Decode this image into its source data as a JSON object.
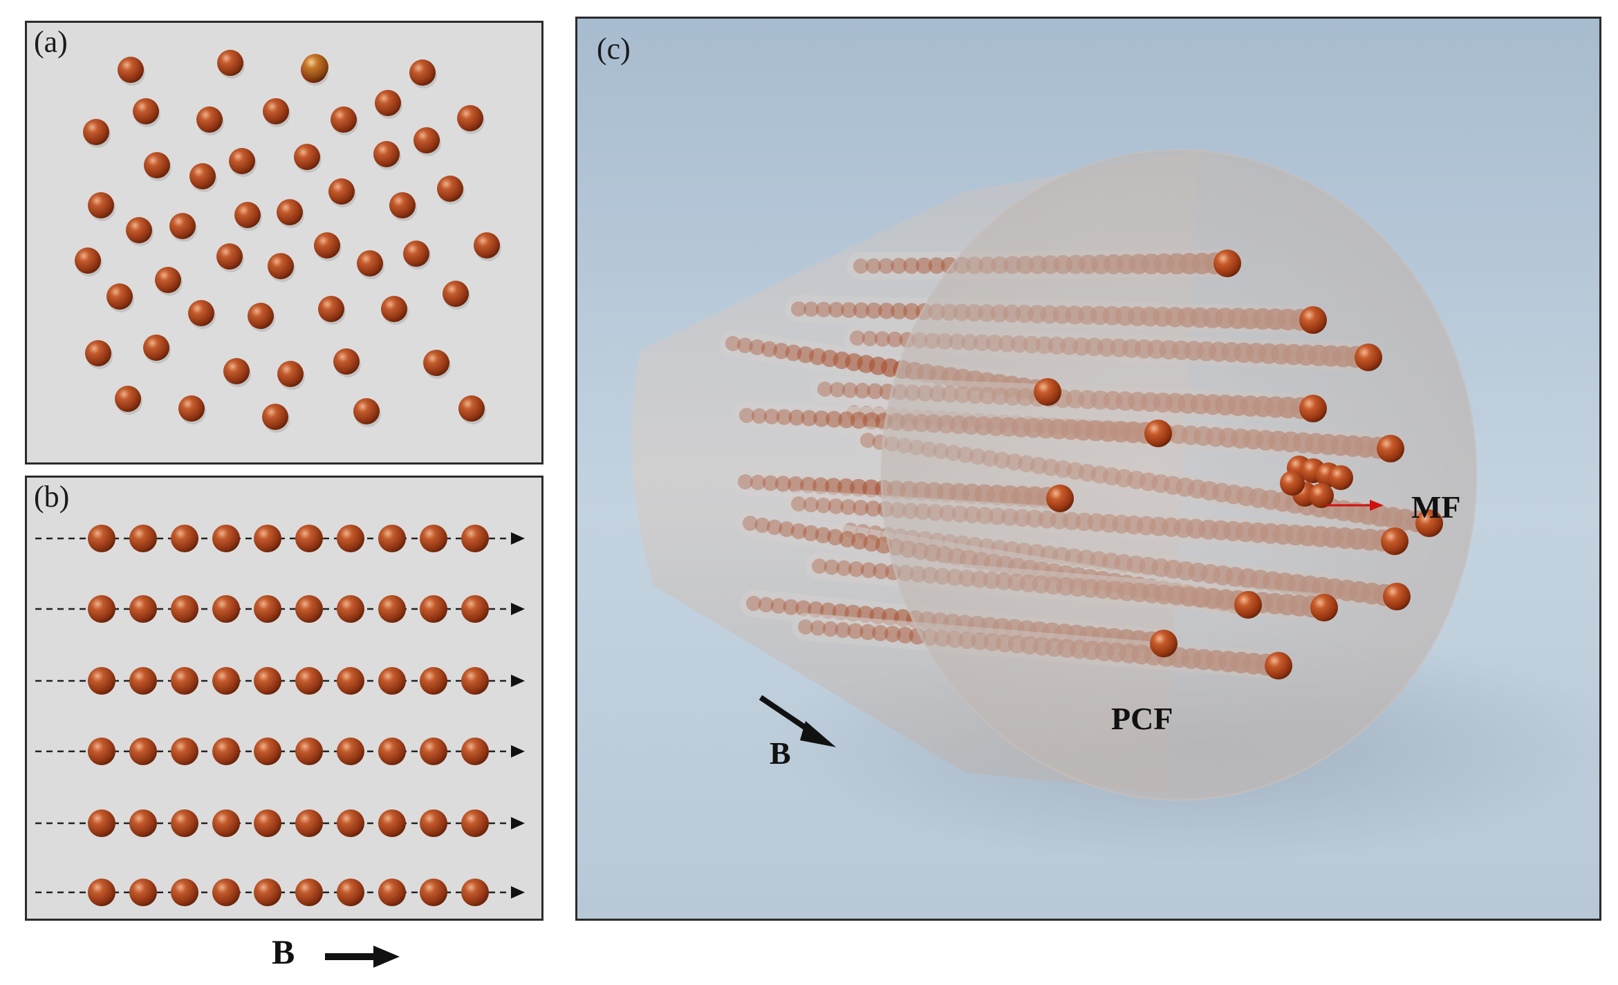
{
  "panels": {
    "a": {
      "label": "(a)"
    },
    "b": {
      "label": "(b)"
    },
    "c": {
      "label": "(c)"
    }
  },
  "labels": {
    "b_field_bottom": "B",
    "b_field_c": "B",
    "pcf": "PCF",
    "mf": "MF"
  },
  "colors": {
    "particle": "#a5401c",
    "particle_highlight": "#c3762a",
    "panel_bg": "#dcdcdc",
    "scene_bg": "#b9cad9",
    "mf_arrow": "#d01010",
    "border": "#2b2b2b"
  },
  "icons": {
    "field_arrow": "right-arrow-icon",
    "scene_field_arrow": "diagonal-arrow-icon"
  }
}
